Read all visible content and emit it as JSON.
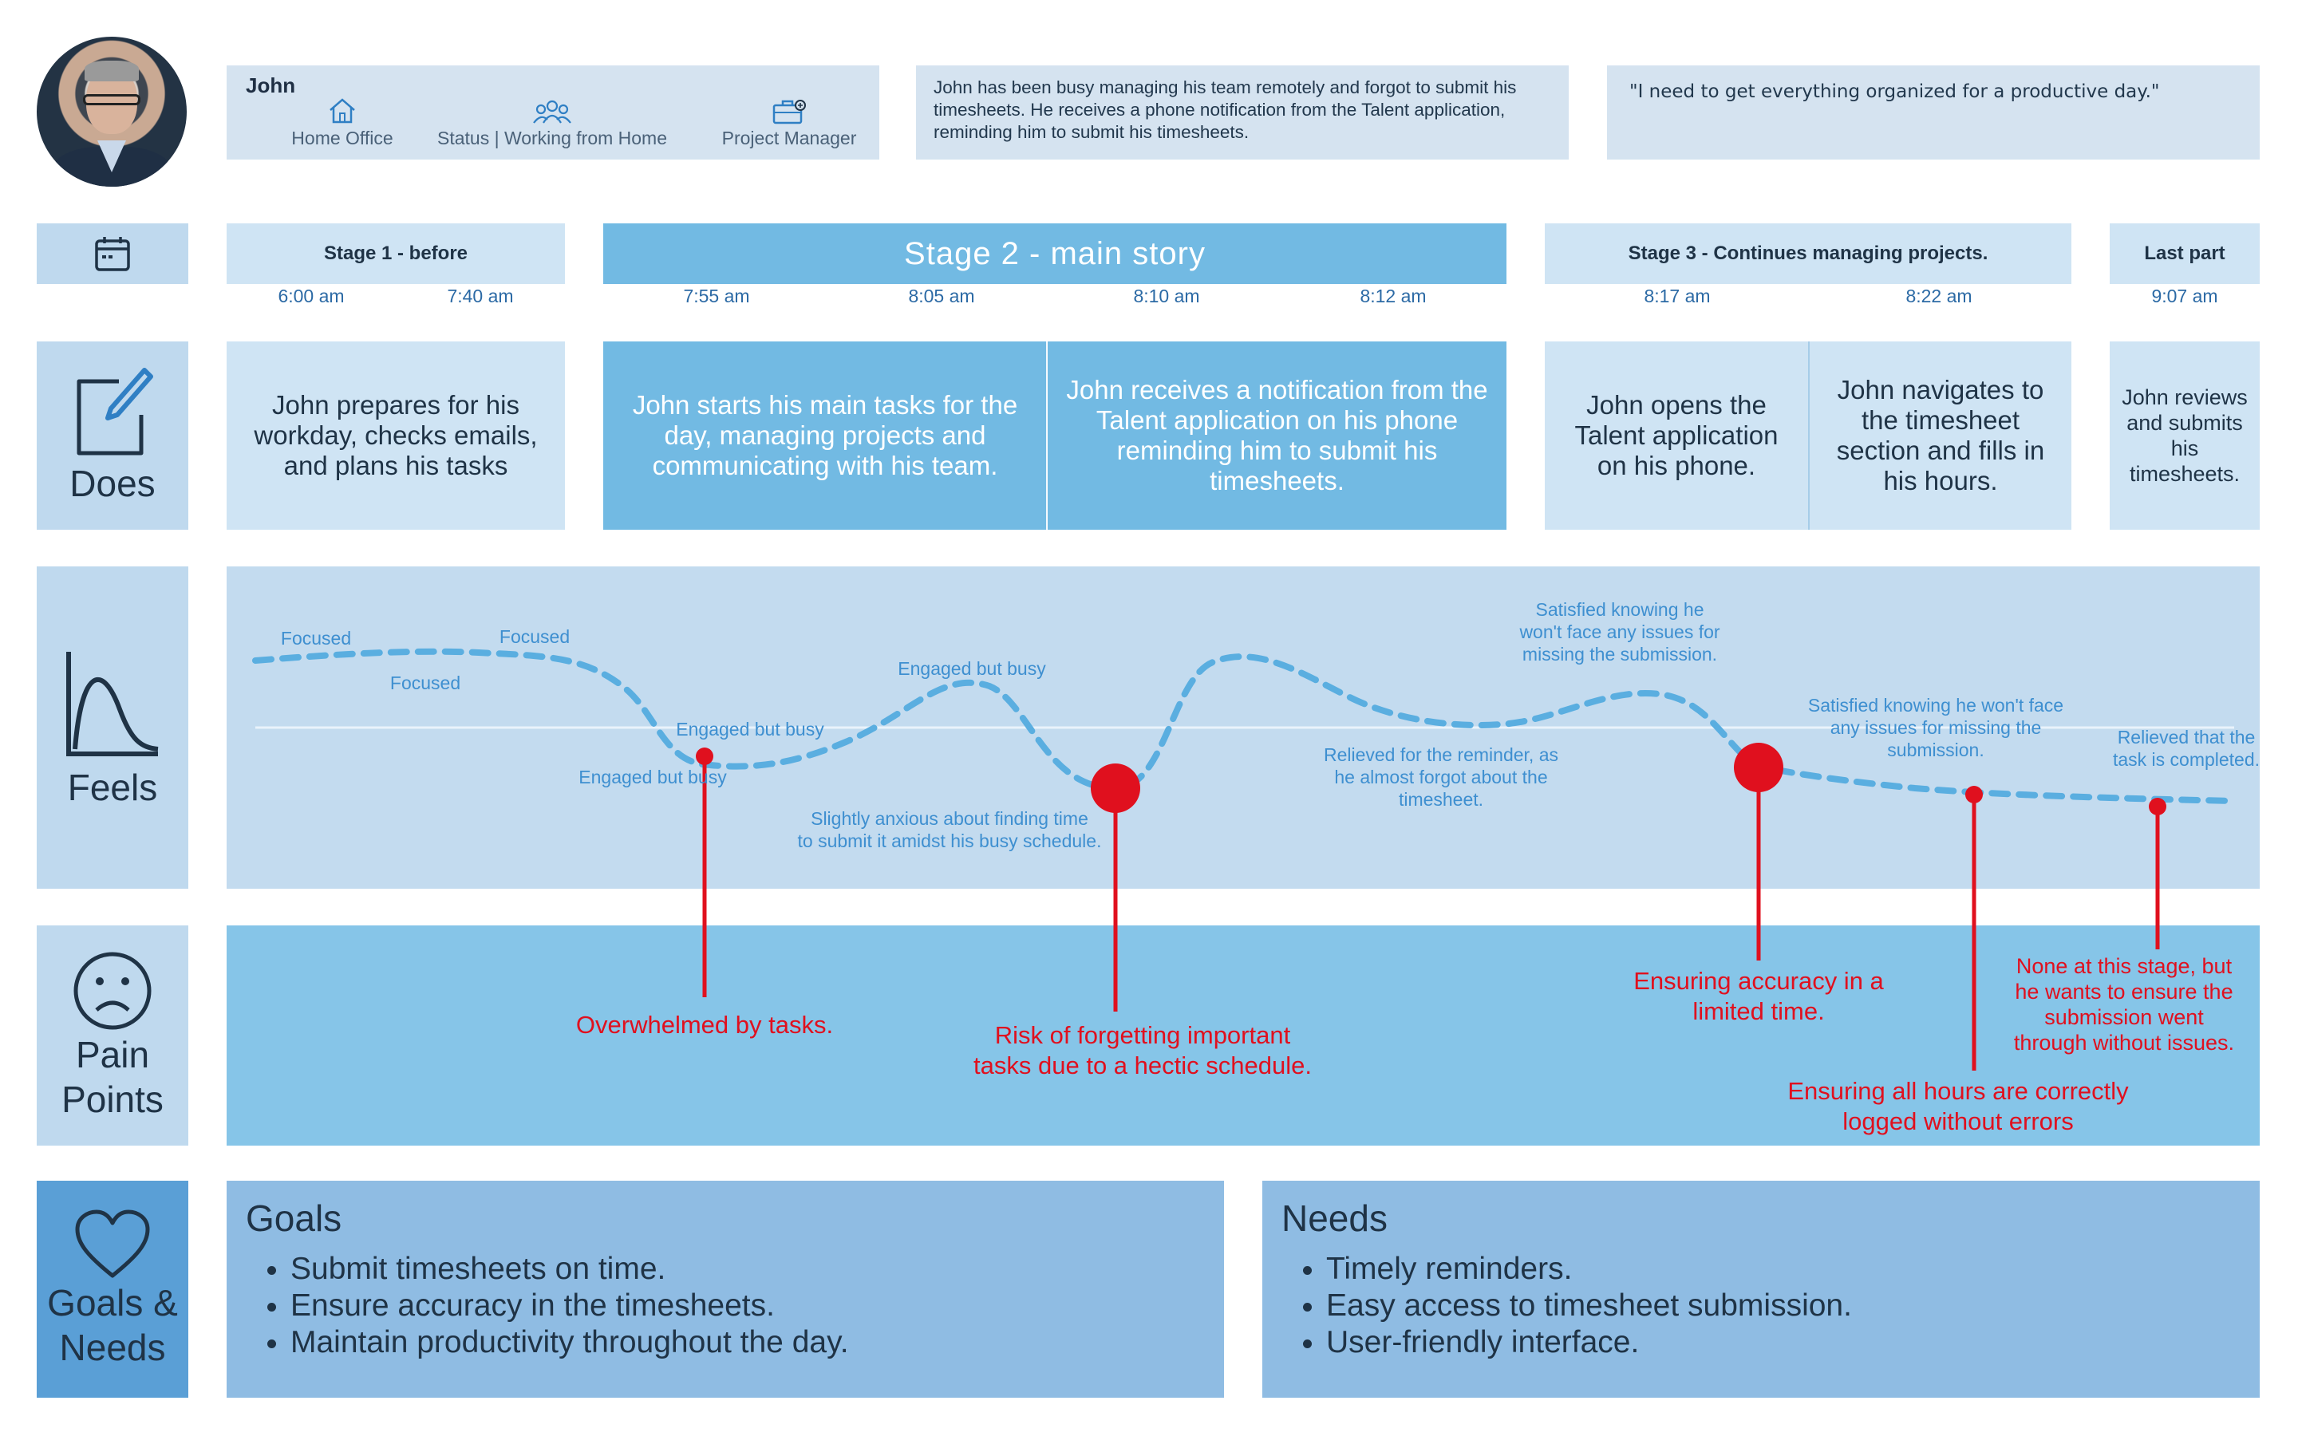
{
  "persona": {
    "name": "John",
    "attributes": [
      {
        "icon": "home-icon",
        "label": "Home Office"
      },
      {
        "icon": "team-icon",
        "label": "Status | Working from Home"
      },
      {
        "icon": "briefcase-icon",
        "label": "Project Manager"
      }
    ],
    "scenario": "John has been busy managing his team remotely and forgot to submit his timesheets. He receives a phone notification from the Talent application, reminding him to submit his timesheets.",
    "quote": "\"I need to get everything organized for a productive day.\""
  },
  "row_labels": {
    "does": "Does",
    "feels": "Feels",
    "pain_line1": "Pain",
    "pain_line2": "Points",
    "goals_line1": "Goals &",
    "goals_line2": "Needs"
  },
  "stages": [
    {
      "title": "Stage 1 - before",
      "times": [
        "6:00 am",
        "7:40 am"
      ]
    },
    {
      "title": "Stage 2 - main story",
      "times": [
        "7:55 am",
        "8:05 am",
        "8:10 am",
        "8:12 am"
      ]
    },
    {
      "title": "Stage 3 - Continues managing projects.",
      "times": [
        "8:17 am",
        "8:22 am"
      ]
    },
    {
      "title": "Last part",
      "times": [
        "9:07 am"
      ]
    }
  ],
  "does": [
    "John prepares for his workday, checks emails, and plans his tasks",
    "John starts his main tasks for the day, managing projects and communicating with his team.",
    "John receives a notification from the Talent application on his phone reminding him to submit his timesheets.",
    "John opens the Talent application on his phone.",
    "John navigates to the timesheet section and fills in his hours.",
    "John reviews and submits his timesheets."
  ],
  "feels": {
    "labels": [
      "Focused",
      "Focused",
      "Focused",
      "Engaged but busy",
      "Engaged but busy",
      "Engaged but busy",
      "Slightly anxious about finding time",
      "to submit it amidst his busy schedule.",
      "Relieved for the reminder, as",
      "he almost forgot about the",
      "timesheet.",
      "Satisfied knowing he",
      "won't face any issues for",
      "missing the submission.",
      "Satisfied knowing he won't face",
      "any issues for missing the",
      "submission.",
      "Relieved that the",
      "task is completed."
    ]
  },
  "pain_points": {
    "p1": "Overwhelmed by tasks.",
    "p2a": "Risk of forgetting important",
    "p2b": "tasks due to a hectic schedule.",
    "p3a": "Ensuring accuracy in a",
    "p3b": "limited time.",
    "p4a": "Ensuring all hours are correctly",
    "p4b": "logged without errors",
    "p5a": "None at this stage, but",
    "p5b": "he wants to ensure the",
    "p5c": "submission went",
    "p5d": "through without issues."
  },
  "goals": {
    "title": "Goals",
    "items": [
      "Submit timesheets on time.",
      "Ensure accuracy in the timesheets.",
      "Maintain productivity throughout the day."
    ]
  },
  "needs": {
    "title": "Needs",
    "items": [
      "Timely reminders.",
      "Easy access to timesheet submission.",
      "User-friendly interface."
    ]
  },
  "colors": {
    "light_panel": "#cfe4f4",
    "accent_blue": "#72bae3",
    "pain_red": "#e0101e",
    "curve": "#5aaee0"
  }
}
